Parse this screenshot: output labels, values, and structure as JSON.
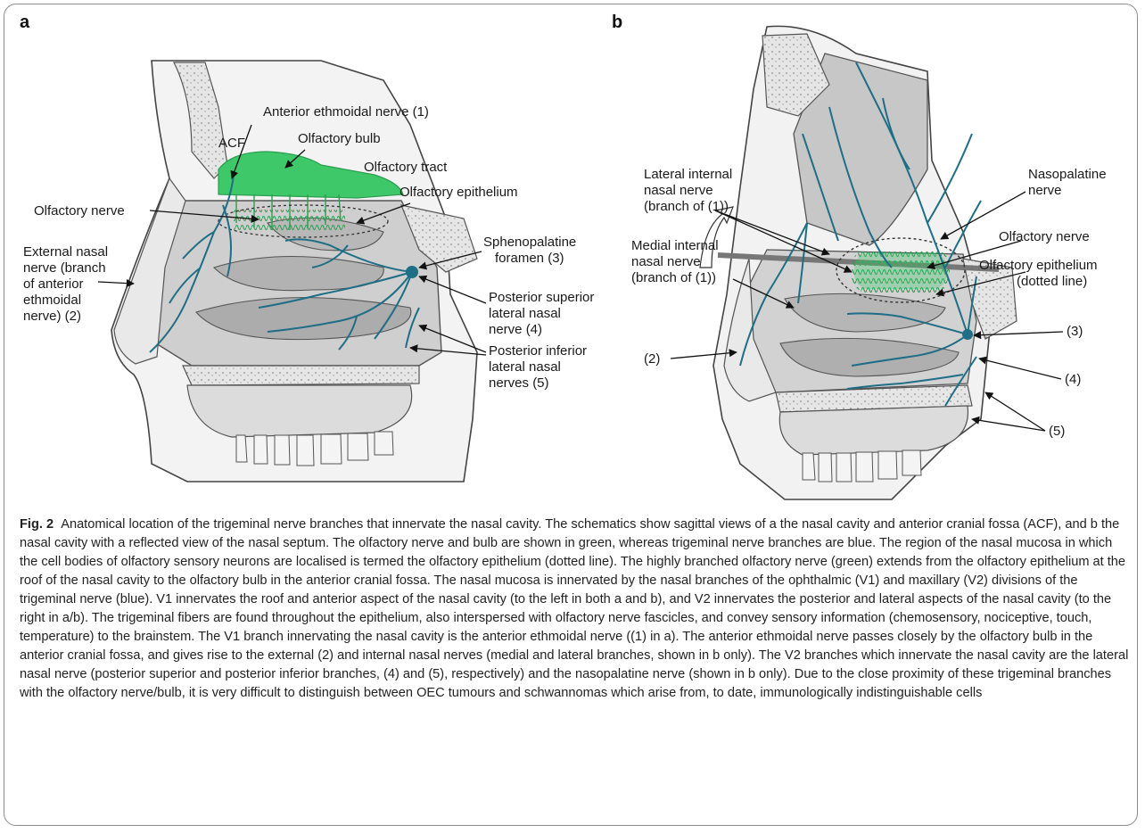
{
  "panel_a": {
    "letter": "a",
    "labels": {
      "anterior_ethmoidal_nerve": "Anterior ethmoidal nerve (1)",
      "acf": "ACF",
      "olfactory_bulb": "Olfactory bulb",
      "olfactory_tract": "Olfactory tract",
      "olfactory_epithelium": "Olfactory epithelium",
      "olfactory_nerve": "Olfactory nerve",
      "external_nasal_line1": "External nasal",
      "external_nasal_line2": "nerve (branch",
      "external_nasal_line3": "of anterior",
      "external_nasal_line4": "ethmoidal",
      "external_nasal_line5": "nerve) (2)",
      "sphenopalatine_line1": "Sphenopalatine",
      "sphenopalatine_line2": "foramen (3)",
      "post_sup_line1": "Posterior superior",
      "post_sup_line2": "lateral nasal",
      "post_sup_line3": "nerve (4)",
      "post_inf_line1": "Posterior inferior",
      "post_inf_line2": "lateral nasal",
      "post_inf_line3": "nerves (5)"
    }
  },
  "panel_b": {
    "letter": "b",
    "labels": {
      "lateral_internal_line1": "Lateral internal",
      "lateral_internal_line2": "nasal nerve",
      "lateral_internal_line3": "(branch of (1))",
      "nasopalatine_line1": "Nasopalatine",
      "nasopalatine_line2": "nerve",
      "olfactory_nerve": "Olfactory nerve",
      "medial_internal_line1": "Medial internal",
      "medial_internal_line2": "nasal nerve",
      "medial_internal_line3": "(branch of (1))",
      "olfactory_epithelium_line1": "Olfactory epithelium",
      "olfactory_epithelium_line2": "(dotted line)",
      "n3": "(3)",
      "n2": "(2)",
      "n4": "(4)",
      "n5": "(5)"
    }
  },
  "caption": {
    "title": "Fig. 2",
    "text": "Anatomical location of the trigeminal nerve branches that innervate the nasal cavity. The schematics show sagittal views of a the nasal cavity and anterior cranial fossa (ACF), and b the nasal cavity with a reflected view of the nasal septum. The olfactory nerve and bulb are shown in green, whereas trigeminal nerve branches are blue. The region of the nasal mucosa in which the cell bodies of olfactory sensory neurons are localised is termed the olfactory epithelium (dotted line). The highly branched olfactory nerve (green) extends from the olfactory epithelium at the roof of the nasal cavity to the olfactory bulb in the anterior cranial fossa. The nasal mucosa is innervated by the nasal branches of the ophthalmic (V1) and maxillary (V2) divisions of the trigeminal nerve (blue). V1 innervates the roof and anterior aspect of the nasal cavity (to the left in both a and b), and V2 innervates the posterior and lateral aspects of the nasal cavity (to the right in a/b). The trigeminal fibers are found throughout the epithelium, also interspersed with olfactory nerve fascicles, and convey sensory information (chemosensory, nociceptive, touch, temperature) to the brainstem. The V1 branch innervating the nasal cavity is the anterior ethmoidal nerve ((1) in a). The anterior ethmoidal nerve passes closely by the olfactory bulb in the anterior cranial fossa, and gives rise to the external (2) and internal nasal nerves (medial and lateral branches, shown in b only). The V2 branches which innervate the nasal cavity are the lateral nasal nerve (posterior superior and posterior inferior branches, (4) and (5), respectively) and the nasopalatine nerve (shown in b only). Due to the close proximity of these trigeminal branches with the olfactory nerve/bulb, it is very difficult to distinguish between OEC tumours and schwannomas which arise from, to date, immunologically indistinguishable cells"
  },
  "colors": {
    "olfactory_green": "#3fc86a",
    "trigeminal_blue": "#1f6e86",
    "bone_gray": "#bfbfbf",
    "tissue_gray": "#d9d9d9"
  }
}
